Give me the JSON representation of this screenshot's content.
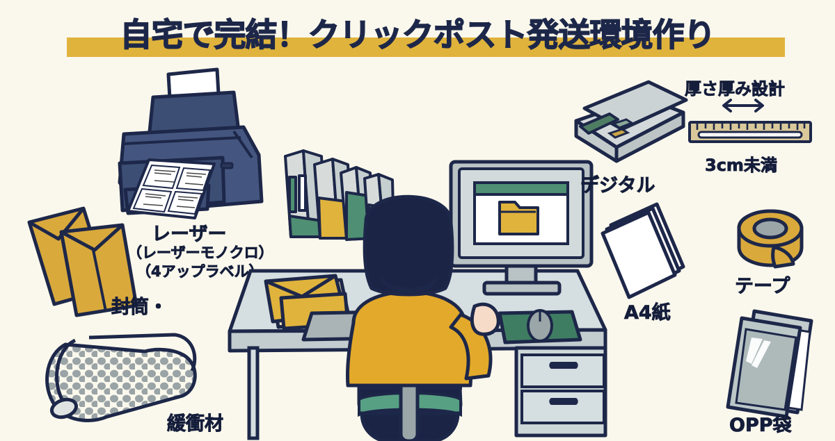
{
  "page": {
    "title": "自宅で完結！クリックポスト発送環境作り",
    "background_color": "#faf8ec",
    "ink_color": "#1d2749",
    "accent_color": "#e0b33c",
    "green_color": "#4f8f73",
    "gray_color": "#c9d2d4"
  },
  "title": {
    "text": "自宅で完結！クリックポスト発送環境作り",
    "highlight_color": "#e0b33c",
    "text_color": "#1d2749"
  },
  "labels": {
    "printer_main": "レーザー",
    "printer_sub1": "（レーザーモノクロ）",
    "printer_sub2": "（4アップラベル）",
    "envelope": "封筒・",
    "bubble_wrap": "緩衝材",
    "scale": "デジタル",
    "thickness_heading": "厚さ厚み設計",
    "thickness_value": "3cm未満",
    "paper": "A4紙",
    "tape": "テープ",
    "opp_bag": "OPP袋"
  },
  "icons": {
    "printer": "printer-icon",
    "label_sheet": "label-sheet-4up-icon",
    "envelopes": "kraft-envelope-icon",
    "bubble_wrap": "bubble-wrap-roll-icon",
    "desk": "desk-icon",
    "person": "person-at-desk-icon",
    "monitor": "monitor-icon",
    "folder": "folder-icon",
    "books": "book-row-icon",
    "mouse": "mouse-icon",
    "mousepad": "mousepad-icon",
    "keyboard": "keyboard-icon",
    "chair": "office-chair-icon",
    "scale": "digital-scale-icon",
    "ruler": "ruler-icon",
    "arrow": "double-arrow-icon",
    "paper_stack": "a4-paper-stack-icon",
    "tape_roll": "tape-roll-icon",
    "opp_bags": "opp-bag-icon"
  }
}
